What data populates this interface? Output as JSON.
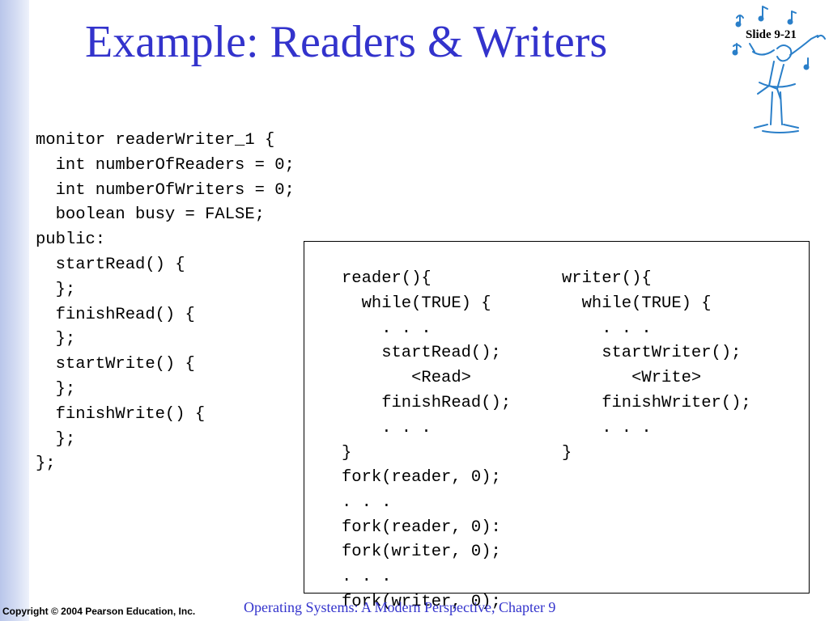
{
  "slide": {
    "title": "Example: Readers & Writers",
    "slide_number": "Slide 9-21",
    "copyright": "Copyright © 2004 Pearson Education, Inc.",
    "footer": "Operating Systems: A Modern Perspective, Chapter 9"
  },
  "code": {
    "monitor": "monitor readerWriter_1 {\n  int numberOfReaders = 0;\n  int numberOfWriters = 0;\n  boolean busy = FALSE;\npublic:\n  startRead() {\n  };\n  finishRead() {\n  };\n  startWrite() {\n  };\n  finishWrite() {\n  };\n};",
    "reader": "reader(){\n  while(TRUE) {\n    . . .\n    startRead();\n       <Read>\n    finishRead();\n    . . .\n}",
    "writer": "writer(){\n  while(TRUE) {\n    . . .\n    startWriter();\n       <Write>\n    finishWriter();\n    . . .\n}",
    "forks": "fork(reader, 0);\n. . .\nfork(reader, 0):\nfork(writer, 0);\n. . .\nfork(writer, 0);"
  },
  "colors": {
    "title": "#3333cc",
    "footer": "#3333cc",
    "left_bar": "#c5d0ee",
    "clipart": "#2a7fc9"
  },
  "icons": {
    "clipart": "musician-conductor-icon"
  }
}
